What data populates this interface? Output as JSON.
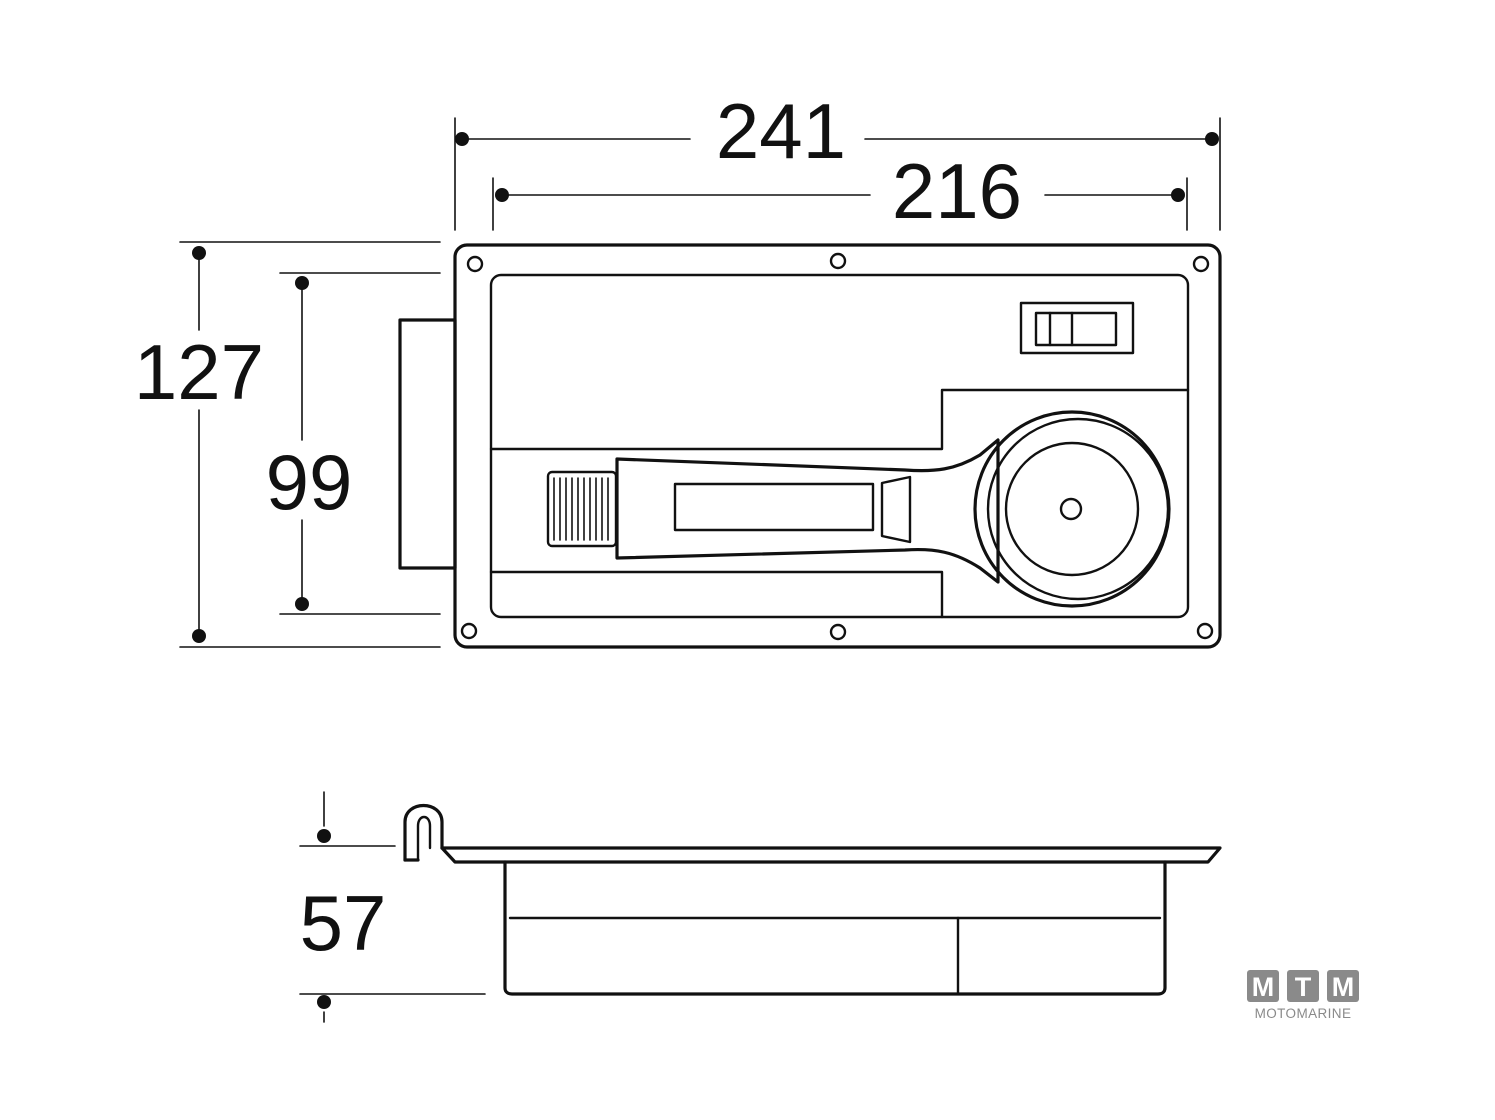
{
  "dimensions": {
    "overall_width": "241",
    "inner_width": "216",
    "overall_height": "127",
    "inner_height": "99",
    "depth": "57"
  },
  "logo": {
    "letters": [
      "M",
      "T",
      "M"
    ],
    "subtitle": "MOTOMARINE",
    "color": "#8a8a8a"
  },
  "colors": {
    "line": "#111111",
    "background": "#ffffff"
  }
}
